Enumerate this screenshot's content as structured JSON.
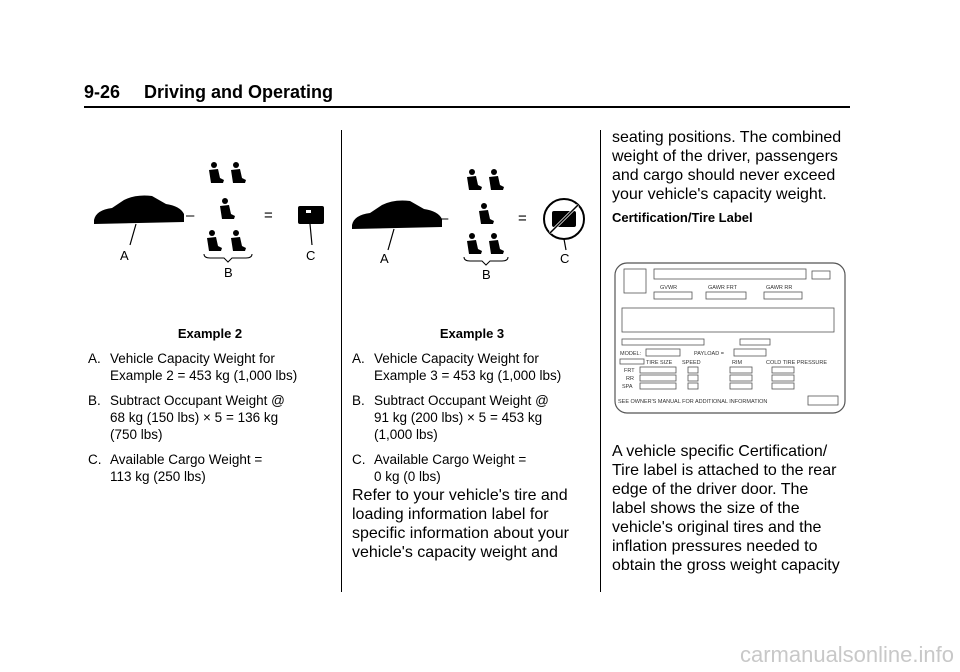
{
  "header": {
    "page_number": "9-26",
    "section_title": "Driving and Operating"
  },
  "left_column": {
    "figure": {
      "label_a": "A",
      "label_b": "B",
      "label_c": "C",
      "minus": "–",
      "equals": "="
    },
    "caption": "Example 2",
    "items": [
      {
        "letter": "A.",
        "lines": [
          "Vehicle Capacity Weight for",
          "Example 2 = 453 kg (1,000 lbs)"
        ]
      },
      {
        "letter": "B.",
        "lines": [
          "Subtract Occupant Weight @",
          "68 kg (150 lbs) × 5 = 136 kg",
          "(750 lbs)"
        ]
      },
      {
        "letter": "C.",
        "lines": [
          "Available Cargo Weight =",
          "113 kg (250 lbs)"
        ]
      }
    ]
  },
  "middle_column": {
    "figure": {
      "label_a": "A",
      "label_b": "B",
      "label_c": "C",
      "minus": "–",
      "equals": "="
    },
    "caption": "Example 3",
    "items": [
      {
        "letter": "A.",
        "lines": [
          "Vehicle Capacity Weight for",
          "Example 3 = 453 kg (1,000 lbs)"
        ]
      },
      {
        "letter": "B.",
        "lines": [
          "Subtract Occupant Weight @",
          "91 kg (200 lbs) × 5 = 453 kg",
          "(1,000 lbs)"
        ]
      },
      {
        "letter": "C.",
        "lines": [
          "Available Cargo Weight =",
          "0 kg (0 lbs)"
        ]
      }
    ],
    "paragraph": [
      "Refer to your vehicle's tire and",
      "loading information label for",
      "specific information about your",
      "vehicle's capacity weight and"
    ]
  },
  "right_column": {
    "paragraph_top": [
      "seating positions. The combined",
      "weight of the driver, passengers",
      "and cargo should never exceed",
      "your vehicle's capacity weight."
    ],
    "subheading": "Certification/Tire Label",
    "tire_label": {
      "gvwr": "GVWR",
      "gawr_frt": "GAWR FRT",
      "gawr_rr": "GAWR RR",
      "model": "MODEL:",
      "payload": "PAYLOAD =",
      "tire_size": "TIRE SIZE",
      "speed": "SPEED",
      "rim": "RIM",
      "cold_tire_pressure": "COLD TIRE PRESSURE",
      "frt": "FRT",
      "rr": "RR",
      "spa": "SPA",
      "owners_manual": "SEE OWNER'S MANUAL FOR ADDITIONAL INFORMATION"
    },
    "paragraph_bottom": [
      "A vehicle specific Certification/",
      "Tire label is attached to the rear",
      "edge of the driver door. The",
      "label shows the size of the",
      "vehicle's original tires and the",
      "inflation pressures needed to",
      "obtain the gross weight capacity"
    ]
  },
  "watermark": "carmanualsonline.info"
}
